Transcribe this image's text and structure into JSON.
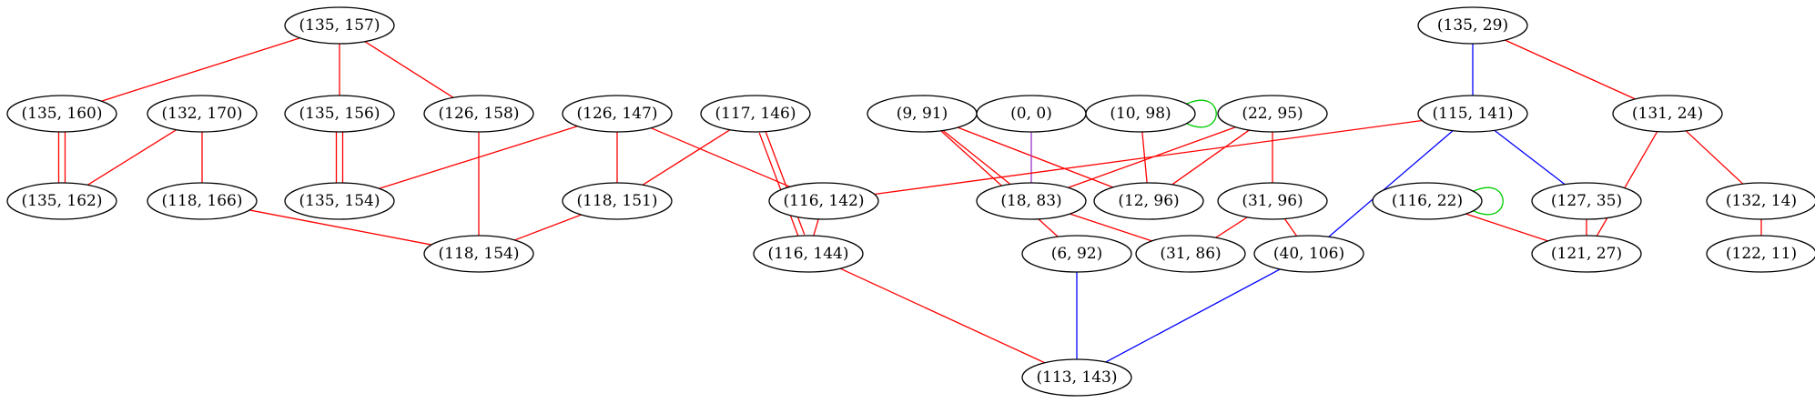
{
  "colors": {
    "red": "#ff0000",
    "blue": "#0000ff",
    "green": "#00cc00",
    "purple": "#9932cc"
  },
  "nodes": [
    {
      "id": "n135_157",
      "label": "(135, 157)"
    },
    {
      "id": "n135_29",
      "label": "(135, 29)"
    },
    {
      "id": "n135_160",
      "label": "(135, 160)"
    },
    {
      "id": "n132_170",
      "label": "(132, 170)"
    },
    {
      "id": "n135_156",
      "label": "(135, 156)"
    },
    {
      "id": "n126_158",
      "label": "(126, 158)"
    },
    {
      "id": "n126_147",
      "label": "(126, 147)"
    },
    {
      "id": "n117_146",
      "label": "(117, 146)"
    },
    {
      "id": "n9_91",
      "label": "(9, 91)"
    },
    {
      "id": "n0_0",
      "label": "(0, 0)"
    },
    {
      "id": "n10_98",
      "label": "(10, 98)"
    },
    {
      "id": "n22_95",
      "label": "(22, 95)"
    },
    {
      "id": "n115_141",
      "label": "(115, 141)"
    },
    {
      "id": "n131_24",
      "label": "(131, 24)"
    },
    {
      "id": "n135_162",
      "label": "(135, 162)"
    },
    {
      "id": "n118_166",
      "label": "(118, 166)"
    },
    {
      "id": "n135_154",
      "label": "(135, 154)"
    },
    {
      "id": "n118_151",
      "label": "(118, 151)"
    },
    {
      "id": "n116_142",
      "label": "(116, 142)"
    },
    {
      "id": "n18_83",
      "label": "(18, 83)"
    },
    {
      "id": "n12_96",
      "label": "(12, 96)"
    },
    {
      "id": "n31_96",
      "label": "(31, 96)"
    },
    {
      "id": "n116_22",
      "label": "(116, 22)"
    },
    {
      "id": "n127_35",
      "label": "(127, 35)"
    },
    {
      "id": "n132_14",
      "label": "(132, 14)"
    },
    {
      "id": "n118_154",
      "label": "(118, 154)"
    },
    {
      "id": "n116_144",
      "label": "(116, 144)"
    },
    {
      "id": "n6_92",
      "label": "(6, 92)"
    },
    {
      "id": "n31_86",
      "label": "(31, 86)"
    },
    {
      "id": "n40_106",
      "label": "(40, 106)"
    },
    {
      "id": "n121_27",
      "label": "(121, 27)"
    },
    {
      "id": "n122_11",
      "label": "(122, 11)"
    },
    {
      "id": "n113_143",
      "label": "(113, 143)"
    }
  ],
  "edges": [
    {
      "from": "n135_157",
      "to": "n135_160",
      "color": "red"
    },
    {
      "from": "n135_157",
      "to": "n135_156",
      "color": "red"
    },
    {
      "from": "n135_157",
      "to": "n126_158",
      "color": "red"
    },
    {
      "from": "n135_160",
      "to": "n135_162",
      "color": "red"
    },
    {
      "from": "n135_160",
      "to": "n135_162",
      "color": "red"
    },
    {
      "from": "n132_170",
      "to": "n135_162",
      "color": "red"
    },
    {
      "from": "n132_170",
      "to": "n118_166",
      "color": "red"
    },
    {
      "from": "n135_156",
      "to": "n135_154",
      "color": "red"
    },
    {
      "from": "n135_156",
      "to": "n135_154",
      "color": "red"
    },
    {
      "from": "n126_158",
      "to": "n118_154",
      "color": "red"
    },
    {
      "from": "n118_166",
      "to": "n118_154",
      "color": "red"
    },
    {
      "from": "n126_147",
      "to": "n135_154",
      "color": "red"
    },
    {
      "from": "n126_147",
      "to": "n118_151",
      "color": "red"
    },
    {
      "from": "n126_147",
      "to": "n116_142",
      "color": "red"
    },
    {
      "from": "n118_151",
      "to": "n118_154",
      "color": "red"
    },
    {
      "from": "n117_146",
      "to": "n118_151",
      "color": "red"
    },
    {
      "from": "n117_146",
      "to": "n116_144",
      "color": "red"
    },
    {
      "from": "n117_146",
      "to": "n116_144",
      "color": "red"
    },
    {
      "from": "n116_142",
      "to": "n116_144",
      "color": "red"
    },
    {
      "from": "n116_144",
      "to": "n113_143",
      "color": "red"
    },
    {
      "from": "n9_91",
      "to": "n18_83",
      "color": "red"
    },
    {
      "from": "n9_91",
      "to": "n12_96",
      "color": "red"
    },
    {
      "from": "n9_91",
      "to": "n6_92",
      "color": "red"
    },
    {
      "from": "n0_0",
      "to": "n18_83",
      "color": "purple"
    },
    {
      "from": "n10_98",
      "to": "n10_98",
      "color": "green"
    },
    {
      "from": "n10_98",
      "to": "n12_96",
      "color": "red"
    },
    {
      "from": "n22_95",
      "to": "n18_83",
      "color": "red"
    },
    {
      "from": "n22_95",
      "to": "n12_96",
      "color": "red"
    },
    {
      "from": "n22_95",
      "to": "n31_96",
      "color": "red"
    },
    {
      "from": "n18_83",
      "to": "n31_86",
      "color": "red"
    },
    {
      "from": "n31_96",
      "to": "n31_86",
      "color": "red"
    },
    {
      "from": "n31_96",
      "to": "n40_106",
      "color": "red"
    },
    {
      "from": "n6_92",
      "to": "n113_143",
      "color": "blue"
    },
    {
      "from": "n40_106",
      "to": "n113_143",
      "color": "blue"
    },
    {
      "from": "n135_29",
      "to": "n115_141",
      "color": "blue"
    },
    {
      "from": "n135_29",
      "to": "n131_24",
      "color": "red"
    },
    {
      "from": "n115_141",
      "to": "n116_142",
      "color": "red"
    },
    {
      "from": "n115_141",
      "to": "n40_106",
      "color": "blue"
    },
    {
      "from": "n115_141",
      "to": "n127_35",
      "color": "blue"
    },
    {
      "from": "n116_22",
      "to": "n116_22",
      "color": "green"
    },
    {
      "from": "n116_22",
      "to": "n121_27",
      "color": "red"
    },
    {
      "from": "n127_35",
      "to": "n121_27",
      "color": "red"
    },
    {
      "from": "n131_24",
      "to": "n121_27",
      "color": "red"
    },
    {
      "from": "n131_24",
      "to": "n132_14",
      "color": "red"
    },
    {
      "from": "n132_14",
      "to": "n122_11",
      "color": "red"
    }
  ]
}
